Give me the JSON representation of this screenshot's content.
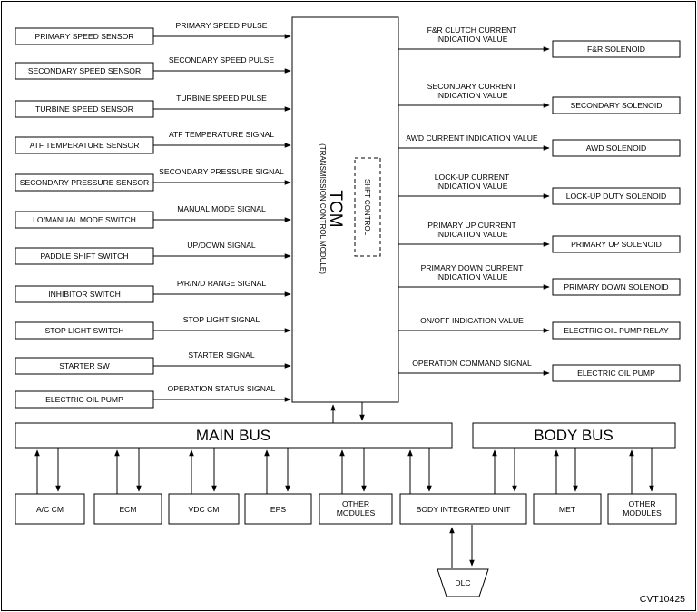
{
  "inputs": [
    {
      "label": "PRIMARY SPEED SENSOR",
      "signal": "PRIMARY SPEED PULSE"
    },
    {
      "label": "SECONDARY SPEED SENSOR",
      "signal": "SECONDARY SPEED PULSE"
    },
    {
      "label": "TURBINE SPEED SENSOR",
      "signal": "TURBINE SPEED PULSE"
    },
    {
      "label": "ATF TEMPERATURE SENSOR",
      "signal": "ATF TEMPERATURE SIGNAL"
    },
    {
      "label": "SECONDARY PRESSURE SENSOR",
      "signal": "SECONDARY PRESSURE SIGNAL"
    },
    {
      "label": "LO/MANUAL MODE SWITCH",
      "signal": "MANUAL MODE SIGNAL"
    },
    {
      "label": "PADDLE SHIFT SWITCH",
      "signal": "UP/DOWN SIGNAL"
    },
    {
      "label": "INHIBITOR SWITCH",
      "signal": "P/R/N/D RANGE SIGNAL"
    },
    {
      "label": "STOP LIGHT SWITCH",
      "signal": "STOP LIGHT SIGNAL"
    },
    {
      "label": "STARTER SW",
      "signal": "STARTER SIGNAL"
    },
    {
      "label": "ELECTRIC OIL PUMP",
      "signal": "OPERATION STATUS SIGNAL"
    }
  ],
  "outputs": [
    {
      "label": "F&R SOLENOID",
      "signal": [
        "F&R CLUTCH CURRENT",
        "INDICATION VALUE"
      ]
    },
    {
      "label": "SECONDARY SOLENOID",
      "signal": [
        "SECONDARY CURRENT",
        "INDICATION VALUE"
      ]
    },
    {
      "label": "AWD SOLENOID",
      "signal": [
        "AWD CURRENT INDICATION VALUE"
      ]
    },
    {
      "label": "LOCK-UP DUTY SOLENOID",
      "signal": [
        "LOCK-UP CURRENT",
        "INDICATION VALUE"
      ]
    },
    {
      "label": "PRIMARY UP SOLENOID",
      "signal": [
        "PRIMARY UP CURRENT",
        "INDICATION VALUE"
      ]
    },
    {
      "label": "PRIMARY DOWN SOLENOID",
      "signal": [
        "PRIMARY DOWN CURRENT",
        "INDICATION VALUE"
      ]
    },
    {
      "label": "ELECTRIC OIL PUMP RELAY",
      "signal": [
        "ON/OFF INDICATION VALUE"
      ]
    },
    {
      "label": "ELECTRIC OIL PUMP",
      "signal": [
        "OPERATION COMMAND SIGNAL"
      ]
    }
  ],
  "tcm": {
    "title": "TCM",
    "subtitle": "(TRANSMISSION CONTROL MODULE)",
    "inner": "SHFT CONTROL"
  },
  "main_bus": {
    "label": "MAIN BUS"
  },
  "body_bus": {
    "label": "BODY BUS"
  },
  "modules": [
    {
      "lines": [
        "A/C CM"
      ]
    },
    {
      "lines": [
        "ECM"
      ]
    },
    {
      "lines": [
        "VDC CM"
      ]
    },
    {
      "lines": [
        "EPS"
      ]
    },
    {
      "lines": [
        "OTHER",
        "MODULES"
      ]
    },
    {
      "lines": [
        "BODY INTEGRATED UNIT"
      ]
    },
    {
      "lines": [
        "MET"
      ]
    },
    {
      "lines": [
        "OTHER",
        "MODULES"
      ]
    }
  ],
  "dlc": {
    "label": "DLC"
  },
  "figure_code": "CVT10425"
}
